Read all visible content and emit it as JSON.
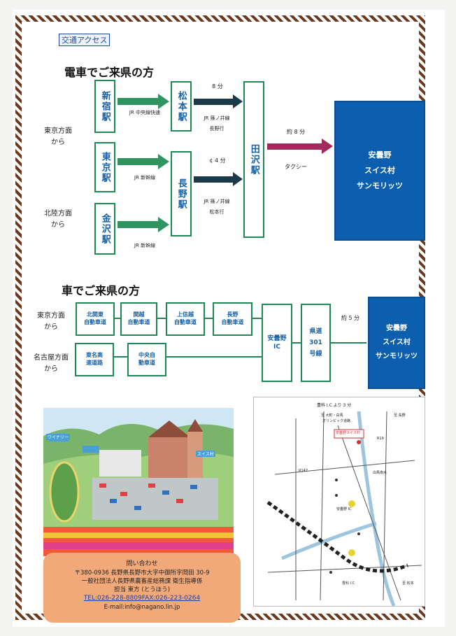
{
  "header_tag": "交通アクセス",
  "train": {
    "title": "電車でご来県の方",
    "origin_tokyo": [
      "東京方面",
      "から"
    ],
    "origin_hokuriku": [
      "北陸方面",
      "から"
    ],
    "stations": {
      "shinjuku": "新宿駅",
      "tokyo": "東京駅",
      "kanazawa": "金沢駅",
      "matsumoto": "松本駅",
      "nagano": "長野駅",
      "tazawa": "田沢駅"
    },
    "line_chuo": "JR 中央線快速",
    "line_shinkansen_1": "JR 新幹線",
    "line_shinkansen_2": "JR 新幹線",
    "matsumoto_time": "8 分",
    "matsumoto_line": [
      "JR 篠ノ井線",
      "長野行"
    ],
    "nagano_time": "¢ 4 分",
    "nagano_line": [
      "JR 篠ノ井線",
      "松本行"
    ],
    "taxi_time": "約 8 分",
    "taxi_label": "タクシー",
    "destination": [
      "安曇野",
      "スイス村",
      "サンモリッツ"
    ]
  },
  "car": {
    "title": "車でご来県の方",
    "origin_tokyo": [
      "東京方面",
      "から"
    ],
    "origin_nagoya": [
      "名古屋方面",
      "から"
    ],
    "roads_tokyo": [
      [
        "北関東",
        "自動車道"
      ],
      [
        "関越",
        "自動車道"
      ],
      [
        "上信越",
        "自動車道"
      ],
      [
        "長野",
        "自動車道"
      ]
    ],
    "roads_nagoya": [
      [
        "東名高",
        "速道路"
      ],
      [
        "中央自",
        "動車道"
      ]
    ],
    "ic": [
      "安曇野",
      "IC"
    ],
    "prefectural_road": [
      "県道",
      "301",
      "号線"
    ],
    "time": "約 5 分",
    "destination": [
      "安曇野",
      "スイス村",
      "サンモリッツ"
    ]
  },
  "contact": {
    "title": "問い合わせ",
    "address": "〒380-0936 長野県長野市大字中御所字岡田 30-9",
    "org": "一般社団法人長野県農畜産総務課    衛生指導係",
    "person": "担当 東方 (とうほう)",
    "tel": "TEL:026-228-8809FAX:026-223-0264",
    "email": "E-mail:info@nagano.lin.jp"
  },
  "map": {
    "top_label": "豊科 I.C より 3 分",
    "spot_label": "安曇野スイス村",
    "labels": [
      "至 大町・白馬",
      "オリンピック道路",
      "至 長野",
      "R19",
      "R147",
      "白馬南木",
      "安曇野 IC",
      "豊科 I.C",
      "至 松本"
    ]
  },
  "illustration_labels": [
    "ワイナリー",
    "スイス村"
  ],
  "colors": {
    "arrow_green": "#1f8a55",
    "arrow_dark": "#1a3a4a",
    "arrow_taxi": "#a02a5a",
    "dest_blue": "#0b5fae",
    "contact_bg": "#f2a97a"
  }
}
